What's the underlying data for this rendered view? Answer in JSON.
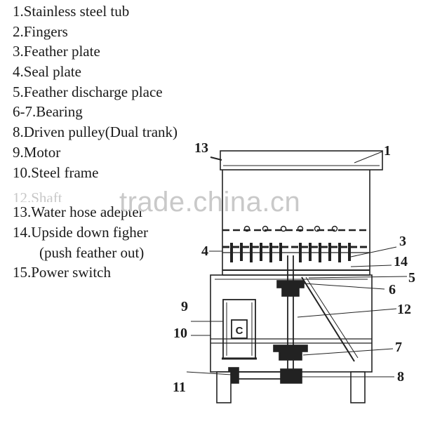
{
  "legend": {
    "items": [
      "1.Stainless steel tub",
      "2.Fingers",
      "3.Feather plate",
      "4.Seal plate",
      "5.Feather discharge place",
      "6-7.Bearing",
      "8.Driven pulley(Dual trank)",
      "9.Motor",
      "10.Steel frame",
      "12.Shaft",
      "13.Water hose adepter",
      "14.Upside down figher",
      "(push feather out)",
      "15.Power switch"
    ]
  },
  "watermark": "trade.china.cn",
  "motor_label": "C",
  "callouts": [
    "1",
    "3",
    "4",
    "14",
    "5",
    "6",
    "12",
    "9",
    "10",
    "7",
    "11",
    "8",
    "13"
  ]
}
